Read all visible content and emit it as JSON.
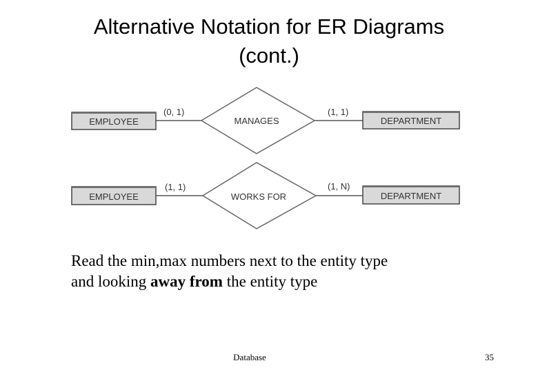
{
  "slide": {
    "title_line1": "Alternative Notation for ER Diagrams",
    "title_line2": "(cont.)",
    "caption_line2_pre": "and looking ",
    "caption_line2_bold": "away from",
    "caption_line2_post": " the entity type",
    "caption_line1": "Read the min,max numbers next to the entity type",
    "footer": "Database",
    "page_number": "35"
  },
  "diagrams": [
    {
      "left_entity": "EMPLOYEE",
      "relationship": "MANAGES",
      "right_entity": "DEPARTMENT",
      "left_constraint": "(0, 1)",
      "right_constraint": "(1, 1)"
    },
    {
      "left_entity": "EMPLOYEE",
      "relationship": "WORKS FOR",
      "right_entity": "DEPARTMENT",
      "left_constraint": "(1, 1)",
      "right_constraint": "(1, N)"
    }
  ],
  "colors": {
    "entity_fill": "#d9d9d9",
    "entity_stroke": "#444444",
    "line": "#555555",
    "label_text": "#333333"
  }
}
